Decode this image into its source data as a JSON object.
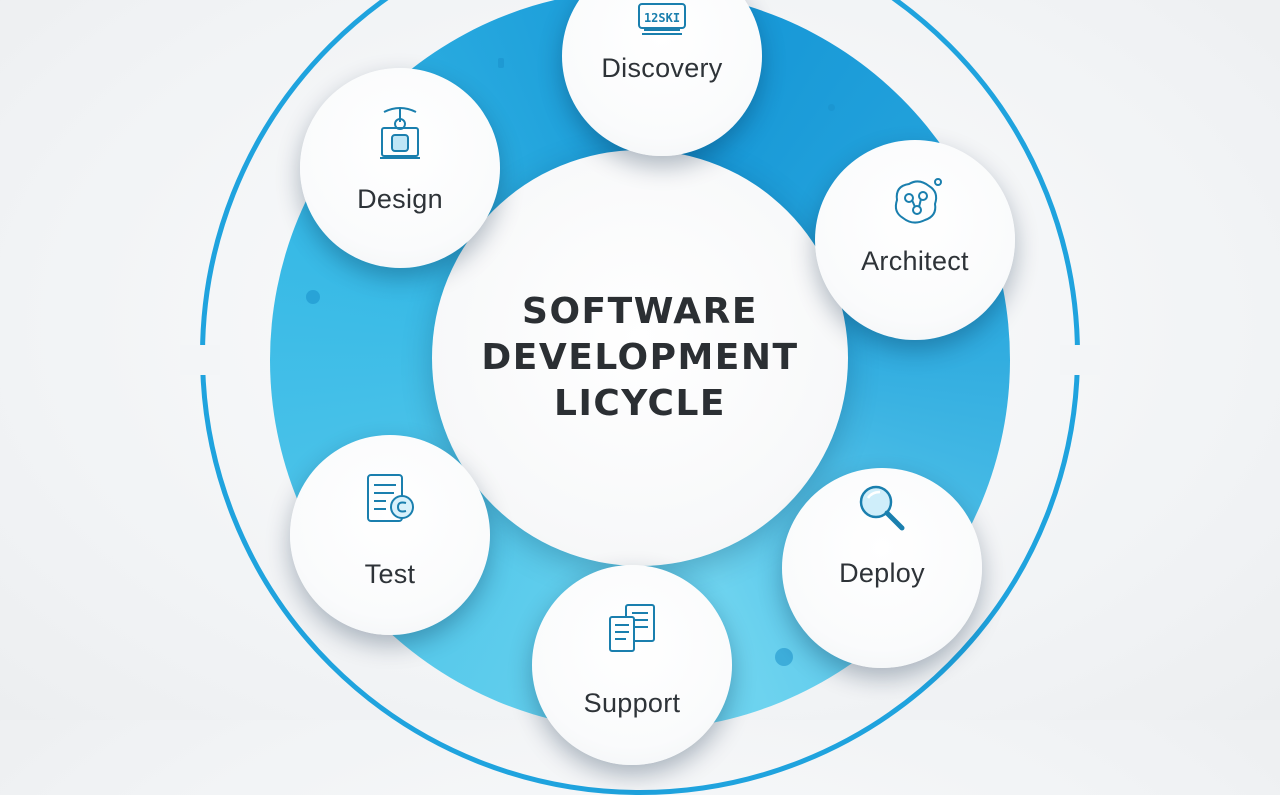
{
  "title": {
    "line1": "SOFTWARE",
    "line2": "DEVELOPMENT",
    "line3": "LICYCLE"
  },
  "stages": [
    {
      "name": "Discovery",
      "icon": "monitor-icon"
    },
    {
      "name": "Design",
      "icon": "blueprint-icon"
    },
    {
      "name": "Architect",
      "icon": "network-icon"
    },
    {
      "name": "Test",
      "icon": "checklist-icon"
    },
    {
      "name": "Deploy",
      "icon": "magnifier-icon"
    },
    {
      "name": "Support",
      "icon": "documents-icon"
    }
  ],
  "discovery_icon_text": "12SKI",
  "colors": {
    "accent": "#1fa3de",
    "ring_light": "#5fcdec",
    "ring_dark": "#1596d6",
    "title_text": "#2b2f33",
    "icon_stroke": "#1a7fae"
  }
}
